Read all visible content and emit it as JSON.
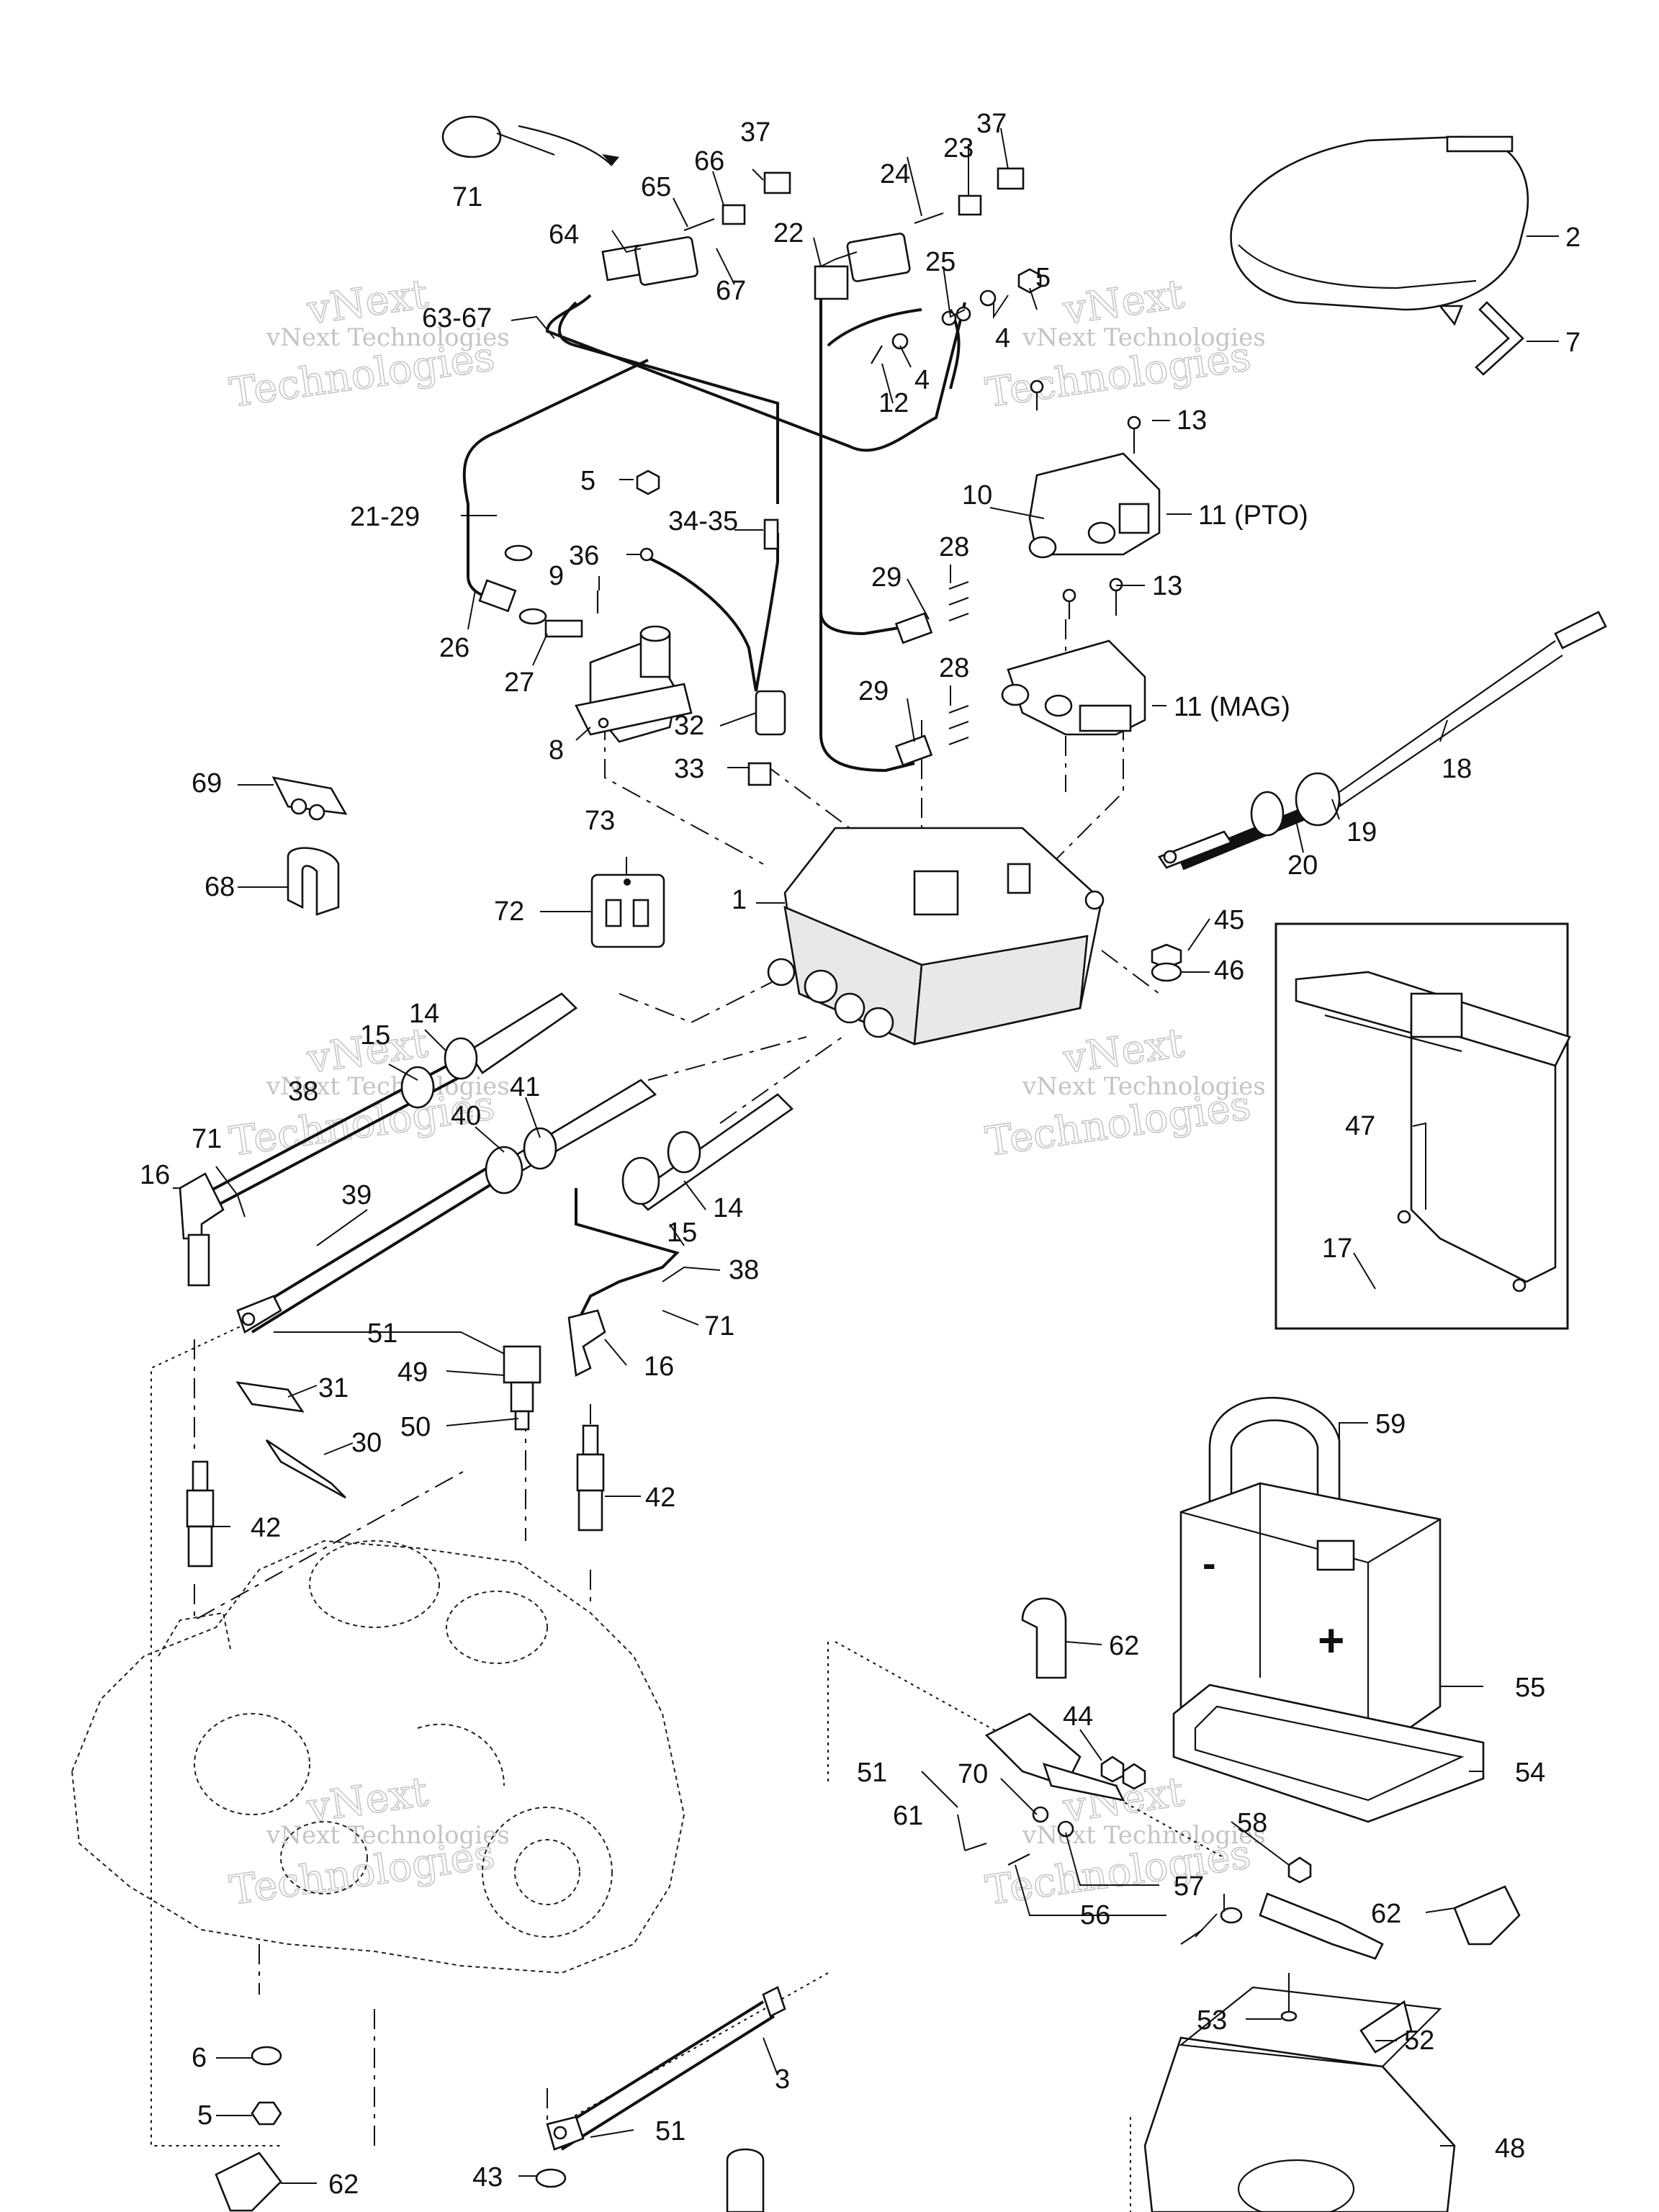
{
  "watermark": {
    "line1": "vNext Technologies",
    "line2": "Technologies",
    "short": "vNext"
  },
  "symbols": {
    "plus": "+",
    "minus": "-"
  },
  "labels": [
    {
      "id": "71a",
      "text": "71"
    },
    {
      "id": "37a",
      "text": "37"
    },
    {
      "id": "66",
      "text": "66"
    },
    {
      "id": "65",
      "text": "65"
    },
    {
      "id": "64",
      "text": "64"
    },
    {
      "id": "67",
      "text": "67"
    },
    {
      "id": "63-67",
      "text": "63-67"
    },
    {
      "id": "37b",
      "text": "37"
    },
    {
      "id": "23",
      "text": "23"
    },
    {
      "id": "24",
      "text": "24"
    },
    {
      "id": "22",
      "text": "22"
    },
    {
      "id": "25",
      "text": "25"
    },
    {
      "id": "5a",
      "text": "5"
    },
    {
      "id": "4a",
      "text": "4"
    },
    {
      "id": "4b",
      "text": "4"
    },
    {
      "id": "12",
      "text": "12"
    },
    {
      "id": "2",
      "text": "2"
    },
    {
      "id": "7",
      "text": "7"
    },
    {
      "id": "13a",
      "text": "13"
    },
    {
      "id": "10",
      "text": "10"
    },
    {
      "id": "11pto",
      "text": "11 (PTO)"
    },
    {
      "id": "5b",
      "text": "5"
    },
    {
      "id": "21-29",
      "text": "21-29"
    },
    {
      "id": "34-35",
      "text": "34-35"
    },
    {
      "id": "36",
      "text": "36"
    },
    {
      "id": "9",
      "text": "9"
    },
    {
      "id": "28a",
      "text": "28"
    },
    {
      "id": "29a",
      "text": "29"
    },
    {
      "id": "13b",
      "text": "13"
    },
    {
      "id": "26",
      "text": "26"
    },
    {
      "id": "27",
      "text": "27"
    },
    {
      "id": "28b",
      "text": "28"
    },
    {
      "id": "11mag",
      "text": "11 (MAG)"
    },
    {
      "id": "29b",
      "text": "29"
    },
    {
      "id": "32",
      "text": "32"
    },
    {
      "id": "8",
      "text": "8"
    },
    {
      "id": "33",
      "text": "33"
    },
    {
      "id": "18",
      "text": "18"
    },
    {
      "id": "69",
      "text": "69"
    },
    {
      "id": "73",
      "text": "73"
    },
    {
      "id": "19",
      "text": "19"
    },
    {
      "id": "20",
      "text": "20"
    },
    {
      "id": "68",
      "text": "68"
    },
    {
      "id": "72",
      "text": "72"
    },
    {
      "id": "1",
      "text": "1"
    },
    {
      "id": "45",
      "text": "45"
    },
    {
      "id": "46",
      "text": "46"
    },
    {
      "id": "14a",
      "text": "14"
    },
    {
      "id": "15a",
      "text": "15"
    },
    {
      "id": "38a",
      "text": "38"
    },
    {
      "id": "41",
      "text": "41"
    },
    {
      "id": "40",
      "text": "40"
    },
    {
      "id": "47",
      "text": "47"
    },
    {
      "id": "71b",
      "text": "71"
    },
    {
      "id": "16a",
      "text": "16"
    },
    {
      "id": "39",
      "text": "39"
    },
    {
      "id": "14b",
      "text": "14"
    },
    {
      "id": "15b",
      "text": "15"
    },
    {
      "id": "17",
      "text": "17"
    },
    {
      "id": "38b",
      "text": "38"
    },
    {
      "id": "51a",
      "text": "51"
    },
    {
      "id": "71c",
      "text": "71"
    },
    {
      "id": "49",
      "text": "49"
    },
    {
      "id": "16b",
      "text": "16"
    },
    {
      "id": "31",
      "text": "31"
    },
    {
      "id": "59",
      "text": "59"
    },
    {
      "id": "50",
      "text": "50"
    },
    {
      "id": "30",
      "text": "30"
    },
    {
      "id": "42a",
      "text": "42"
    },
    {
      "id": "42b",
      "text": "42"
    },
    {
      "id": "62a",
      "text": "62"
    },
    {
      "id": "55",
      "text": "55"
    },
    {
      "id": "44",
      "text": "44"
    },
    {
      "id": "51b",
      "text": "51"
    },
    {
      "id": "70",
      "text": "70"
    },
    {
      "id": "54",
      "text": "54"
    },
    {
      "id": "61",
      "text": "61"
    },
    {
      "id": "58",
      "text": "58"
    },
    {
      "id": "57",
      "text": "57"
    },
    {
      "id": "62b",
      "text": "62"
    },
    {
      "id": "56",
      "text": "56"
    },
    {
      "id": "53",
      "text": "53"
    },
    {
      "id": "52",
      "text": "52"
    },
    {
      "id": "6",
      "text": "6"
    },
    {
      "id": "3",
      "text": "3"
    },
    {
      "id": "5c",
      "text": "5"
    },
    {
      "id": "51c",
      "text": "51"
    },
    {
      "id": "43",
      "text": "43"
    },
    {
      "id": "48",
      "text": "48"
    },
    {
      "id": "62c",
      "text": "62"
    }
  ]
}
